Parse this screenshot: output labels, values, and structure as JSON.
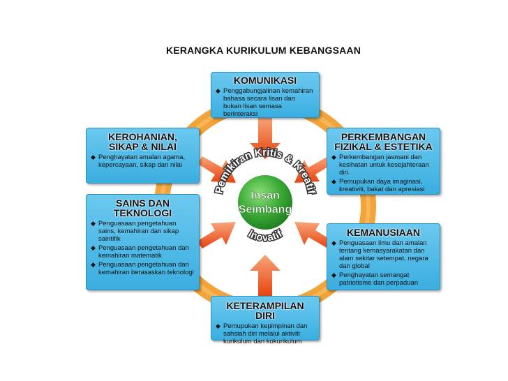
{
  "title": "KERANGKA KURIKULUM KEBANGSAAN",
  "center": {
    "line1": "Insan",
    "line2": "Seimbang",
    "arc_top": "Pemikiran Kritis & Kreatif",
    "arc_bottom": "Inovatif"
  },
  "colors": {
    "box": "#4fbbe8",
    "ring": "#f6a12d",
    "arrow": "#ef5a1f",
    "center": "#39a935"
  },
  "boxes": {
    "komunikasi": {
      "heading": [
        "KOMUNIKASI"
      ],
      "bullets": [
        "Penggabungjalinan kemahiran bahasa secara lisan dan bukan lisan semasa berinteraksi"
      ]
    },
    "kerohanian": {
      "heading": [
        "KEROHANIAN,",
        "SIKAP & NILAI"
      ],
      "bullets": [
        "Penghayatan amalan agama, kepercayaan, sikap dan nilai"
      ]
    },
    "perkembangan": {
      "heading": [
        "PERKEMBANGAN",
        "FIZIKAL & ESTETIKA"
      ],
      "bullets": [
        "Perkembangan jasmani dan kesihatan untuk kesejahteraan diri.",
        "Pemupukan daya imaginasi, kreativiti, bakat dan apresiasi"
      ]
    },
    "sains": {
      "heading": [
        "SAINS DAN",
        "TEKNOLOGI"
      ],
      "bullets": [
        "Penguasaan pengetahuan sains, kemahiran dan sikap saintifik",
        "Penguasaan pengetahuan dan kemahiran matematik",
        "Penguasaan pengetahuan dan kemahiran berasaskan teknologi"
      ]
    },
    "kemanusiaan": {
      "heading": [
        "KEMANUSIAAN"
      ],
      "bullets": [
        "Penguasaan ilmu dan amalan tentang kemasyarakatan dan alam sekitar setempat, negara dan global",
        "Penghayatan semangat patriotisme dan perpaduan"
      ]
    },
    "keterampilan": {
      "heading": [
        "KETERAMPILAN DIRI"
      ],
      "bullets": [
        "Pemupukan kepimpinan dan sahsiah diri melalui aktiviti kurikulum dan kokurikulum"
      ]
    }
  }
}
